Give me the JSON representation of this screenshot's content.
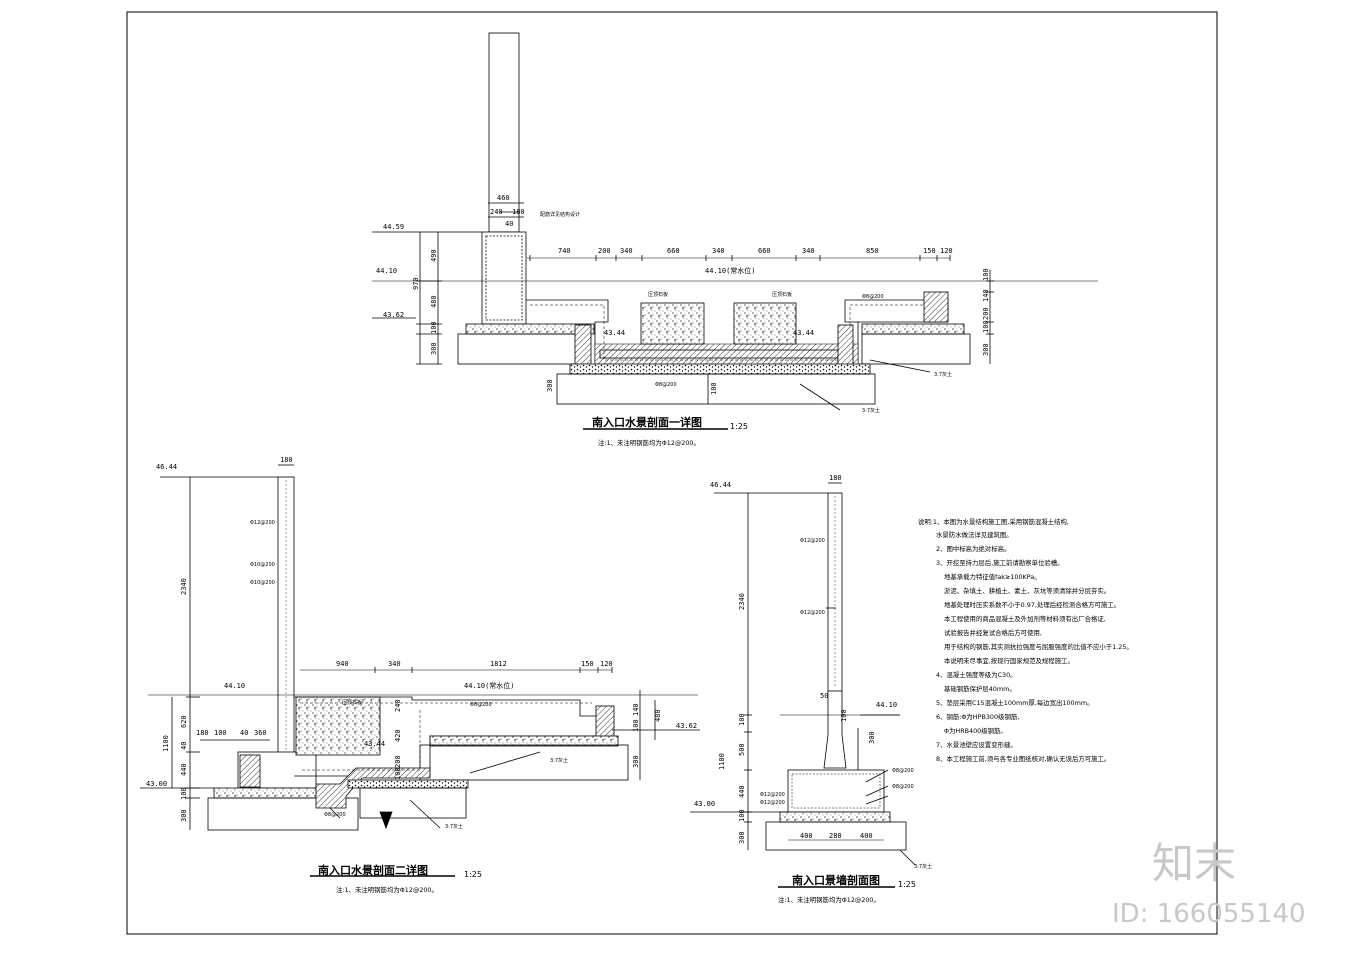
{
  "drawing": {
    "section1": {
      "title": "南入口水景剖面一详图",
      "scale": "1:25",
      "note": "注:1、未注明钢筋均为Φ12@200。",
      "elevations": [
        "44.59",
        "44.10",
        "43.62",
        "44.10(常水位)",
        "43.44",
        "43.44"
      ],
      "top_dims": [
        "460",
        "240",
        "40",
        "180"
      ],
      "horizontal_dims": [
        "740",
        "200",
        "340",
        "660",
        "340",
        "660",
        "340",
        "850",
        "150",
        "120"
      ],
      "left_dims": [
        "490",
        "970",
        "480",
        "100",
        "300"
      ],
      "right_dims": [
        "100",
        "140",
        "200",
        "100",
        "300"
      ],
      "bottom_dims": [
        "300",
        "100"
      ],
      "labels": [
        "配筋详见结构设计",
        "压顶石板",
        "压顶石板",
        "Φ8@200",
        "Φ8@200",
        "3:7灰土",
        "3:7灰土"
      ]
    },
    "section2": {
      "title": "南入口水景剖面二详图",
      "scale": "1:25",
      "note": "注:1、未注明钢筋均为Φ12@200。",
      "elevations": [
        "46.44",
        "44.10",
        "44.10(常水位)",
        "43.62",
        "43.44",
        "43.00"
      ],
      "top_dims": [
        "180"
      ],
      "horizontal_dims": [
        "940",
        "340",
        "1812",
        "150",
        "120"
      ],
      "left_dims": [
        "2340",
        "620",
        "40",
        "440",
        "100",
        "300"
      ],
      "right_dims": [
        "240",
        "420",
        "200",
        "100",
        "140",
        "100",
        "480",
        "300"
      ],
      "small_dims": [
        "180",
        "100",
        "40",
        "360",
        "1100"
      ],
      "labels": [
        "Φ12@200",
        "Φ10@200",
        "Φ10@200",
        "压顶石板",
        "Φ8@200",
        "Φ8@200",
        "3:7灰土",
        "3:7灰土"
      ]
    },
    "section3": {
      "title": "南入口景墙剖面图",
      "scale": "1:25",
      "note": "注:1、未注明钢筋均为Φ12@200。",
      "elevations": [
        "46.44",
        "44.10",
        "43.00"
      ],
      "top_dims": [
        "180"
      ],
      "left_dims": [
        "2340",
        "100",
        "500",
        "1100",
        "440",
        "300",
        "100"
      ],
      "bottom_dims": [
        "400",
        "280",
        "400"
      ],
      "right_dims": [
        "50",
        "100",
        "300"
      ],
      "labels": [
        "Φ12@200",
        "Φ12@200",
        "Φ8@200",
        "Φ8@200",
        "Φ12@200",
        "Φ12@200",
        "3:7灰土"
      ]
    },
    "notes": [
      "说明:1、本图为水景结构施工图,采用钢筋混凝土结构,",
      "水景防水做法详见建筑图。",
      "2、图中标高为绝对标高。",
      "3、开挖至持力层后,施工前请勘察单位验槽。",
      "地基承载力特征值fak≥100KPa。",
      "淤泥、杂填土、耕植土、素土、灰坑等须清除并分层夯实。",
      "地基处理时压实系数不小于0.97,处理后经检测合格方可施工。",
      "本工程使用的商品混凝土及外加剂等材料须有出厂合格证,",
      "试验报告并经复试合格后方可使用,",
      "用于结构的钢筋,其实测抗拉强度与屈服强度的比值不应小于1.25。",
      "本说明未尽事宜,按现行国家规范及规程施工。",
      "4、混凝土强度等级为C30。",
      "基础钢筋保护层40mm。",
      "5、垫层采用C15混凝土100mm厚,每边宽出100mm。",
      "6、钢筋:Φ为HPB300级钢筋,",
      "Φ为HRB400级钢筋。",
      "7、水景池壁应设置变形缝。",
      "8、本工程施工前,须与各专业图纸核对,确认无误后方可施工。"
    ],
    "watermark": {
      "brand": "知末",
      "id": "ID: 166055140"
    }
  }
}
